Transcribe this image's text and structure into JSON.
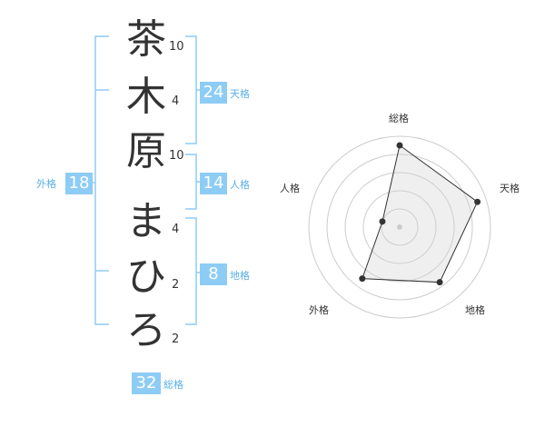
{
  "name_chars": [
    {
      "char": "茶",
      "strokes": "10"
    },
    {
      "char": "木",
      "strokes": "4"
    },
    {
      "char": "原",
      "strokes": "10"
    },
    {
      "char": "ま",
      "strokes": "4"
    },
    {
      "char": "ひ",
      "strokes": "2"
    },
    {
      "char": "ろ",
      "strokes": "2"
    }
  ],
  "kaku": {
    "tenkaku": {
      "value": "24",
      "label": "天格"
    },
    "jinkaku": {
      "value": "14",
      "label": "人格"
    },
    "chikaku": {
      "value": "8",
      "label": "地格"
    },
    "gaikaku": {
      "value": "18",
      "label": "外格"
    },
    "soukaku": {
      "value": "32",
      "label": "総格"
    }
  },
  "colors": {
    "accent": "#8dccf5",
    "accent_text": "#5ab0e8",
    "bracket": "#8dccf5"
  },
  "chart_data": {
    "type": "radar",
    "axes": [
      "総格",
      "天格",
      "地格",
      "外格",
      "人格"
    ],
    "values": [
      0.9,
      0.9,
      0.75,
      0.7,
      0.2
    ],
    "rings": 5
  }
}
